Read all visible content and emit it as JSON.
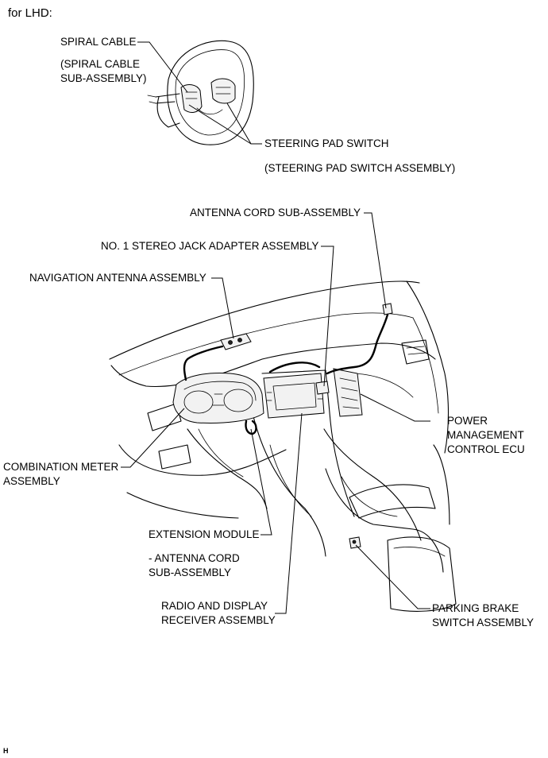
{
  "heading": "for LHD:",
  "labels": {
    "spiral_cable": "SPIRAL CABLE",
    "spiral_cable_sub_1": "(SPIRAL CABLE",
    "spiral_cable_sub_2": "SUB-ASSEMBLY)",
    "steering_pad_switch": "STEERING PAD SWITCH",
    "steering_pad_switch_assembly": "(STEERING PAD SWITCH ASSEMBLY)",
    "antenna_cord_sub_assembly": "ANTENNA CORD SUB-ASSEMBLY",
    "stereo_jack_adapter": "NO. 1 STEREO JACK ADAPTER ASSEMBLY",
    "navigation_antenna": "NAVIGATION ANTENNA ASSEMBLY",
    "power_management_1": "POWER",
    "power_management_2": "MANAGEMENT",
    "power_management_3": "CONTROL ECU",
    "combination_meter_1": "COMBINATION METER",
    "combination_meter_2": "ASSEMBLY",
    "extension_module": "EXTENSION MODULE",
    "antenna_cord_sub_1": "- ANTENNA CORD",
    "antenna_cord_sub_2": "SUB-ASSEMBLY",
    "radio_receiver_1": "RADIO AND DISPLAY",
    "radio_receiver_2": "RECEIVER ASSEMBLY",
    "parking_brake_1": "PARKING BRAKE",
    "parking_brake_2": "SWITCH ASSEMBLY"
  },
  "corner_mark": "H"
}
